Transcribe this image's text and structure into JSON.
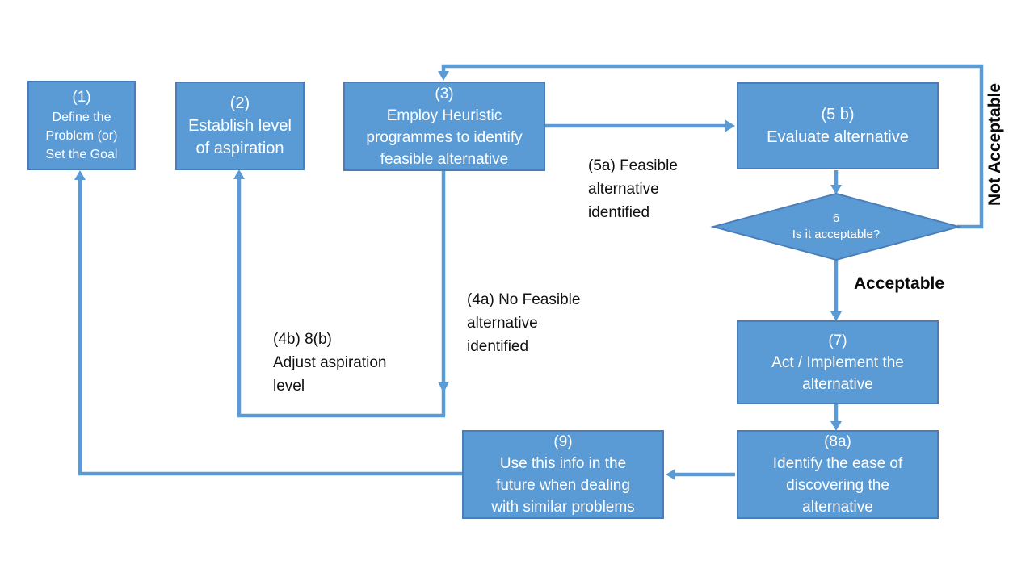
{
  "colors": {
    "box_fill": "#5B9BD5",
    "box_border": "#4A7EBB",
    "arrow": "#5B9BD5",
    "box_text": "#FFFFFF",
    "label_text": "#111111",
    "background": "#FFFFFF"
  },
  "nodes": {
    "n1": {
      "lines": [
        "(1)",
        "Define the",
        "Problem (or)",
        "Set the Goal"
      ]
    },
    "n2": {
      "lines": [
        "(2)",
        "Establish level",
        "of aspiration"
      ]
    },
    "n3": {
      "lines": [
        "(3)",
        "Employ Heuristic",
        "programmes to identify",
        "feasible alternative"
      ]
    },
    "n5b": {
      "lines": [
        "(5 b)",
        "Evaluate alternative"
      ]
    },
    "n6": {
      "lines": [
        "6",
        "Is it acceptable?"
      ]
    },
    "n7": {
      "lines": [
        "(7)",
        "Act / Implement the",
        "alternative"
      ]
    },
    "n8a": {
      "lines": [
        "(8a)",
        "Identify the ease of",
        "discovering the",
        "alternative"
      ]
    },
    "n9": {
      "lines": [
        "(9)",
        "Use this info in the",
        "future when dealing",
        "with similar problems"
      ]
    }
  },
  "edge_labels": {
    "l5a": {
      "lines": [
        "(5a) Feasible",
        "alternative",
        "identified"
      ]
    },
    "l4a": {
      "lines": [
        "(4a) No Feasible",
        "alternative",
        "identified"
      ]
    },
    "l4b": {
      "lines": [
        "(4b) 8(b)",
        "Adjust aspiration",
        "level"
      ]
    },
    "acceptable": "Acceptable",
    "not_acceptable": "Not Acceptable"
  }
}
